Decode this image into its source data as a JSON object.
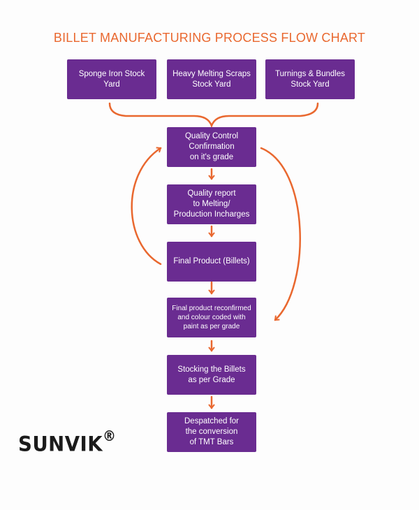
{
  "title": "BILLET MANUFACTURING PROCESS FLOW CHART",
  "nodes": {
    "sponge_iron": "Sponge Iron Stock Yard",
    "heavy_melting": "Heavy Melting Scraps\nStock Yard",
    "turnings": "Turnings & Bundles\nStock Yard",
    "quality_control": "Quality Control\nConfirmation\non it's grade",
    "quality_report": "Quality report\nto Melting/\nProduction Incharges",
    "final_product": "Final Product (Billets)",
    "reconfirmed": "Final product reconfirmed\nand colour coded with\npaint as per grade",
    "stocking": "Stocking the Billets\nas per Grade",
    "despatched": "Despatched for\nthe conversion\nof TMT Bars"
  },
  "logo": {
    "text": "SUNVIK",
    "mark": "®"
  },
  "colors": {
    "box": "#6a2c91",
    "arrow": "#e9682f",
    "title": "#e9682f"
  }
}
